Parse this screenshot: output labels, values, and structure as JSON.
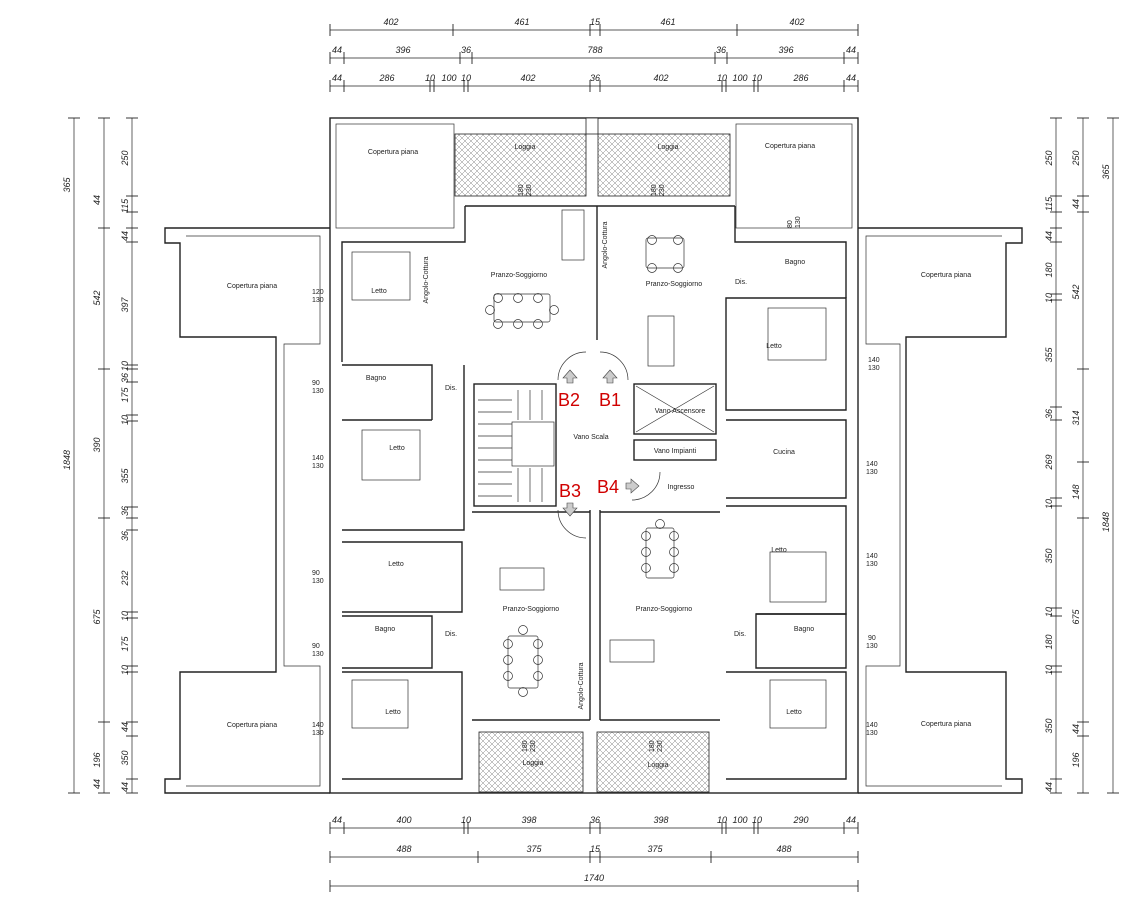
{
  "dims": {
    "top_row1": [
      "402",
      "461",
      "15",
      "461",
      "402"
    ],
    "top_row2": [
      "44",
      "396",
      "36",
      "788",
      "36",
      "396",
      "44"
    ],
    "top_row3": [
      "44",
      "286",
      "10",
      "100",
      "10",
      "402",
      "36",
      "402",
      "10",
      "100",
      "10",
      "286",
      "44"
    ],
    "bottom_row1": [
      "44",
      "400",
      "10",
      "398",
      "36",
      "398",
      "10",
      "100",
      "10",
      "290",
      "44"
    ],
    "bottom_row2": [
      "488",
      "375",
      "15",
      "375",
      "488"
    ],
    "bottom_total": "1740",
    "left_outer": "1848",
    "left_mid": [
      "365",
      "542",
      "390",
      "675",
      "196"
    ],
    "left_inner": [
      "250",
      "44",
      "115",
      "44",
      "397",
      "10",
      "36",
      "175",
      "10",
      "355",
      "36",
      "36",
      "232",
      "10",
      "175",
      "10",
      "44",
      "350",
      "44"
    ],
    "right_inner": [
      "250",
      "44",
      "115",
      "44",
      "180",
      "10",
      "355",
      "36",
      "269",
      "10",
      "350",
      "10",
      "180",
      "10",
      "350",
      "44"
    ],
    "right_mid": [
      "250",
      "44",
      "542",
      "314",
      "148",
      "675",
      "196",
      "44"
    ],
    "right_outer": [
      "365",
      "1848"
    ]
  },
  "rooms": {
    "copertura": "Copertura piana",
    "loggia": "Loggia",
    "letto": "Letto",
    "bagno": "Bagno",
    "dis": "Dis.",
    "pranzo": "Pranzo-Soggiorno",
    "angolo": "Angolo-Cottura",
    "vano_scala": "Vano Scala",
    "vano_ascensore": "Vano Ascensore",
    "vano_impianti": "Vano Impianti",
    "cucina": "Cucina",
    "ingresso": "Ingresso"
  },
  "window_labels": {
    "w180_230": [
      "180",
      "230"
    ],
    "w120_130": [
      "120",
      "130"
    ],
    "w90_130": [
      "90",
      "130"
    ],
    "w140_130": [
      "140",
      "130"
    ],
    "w80_130": [
      "80",
      "130"
    ]
  },
  "units": [
    "B1",
    "B2",
    "B3",
    "B4"
  ],
  "colors": {
    "line": "#222222",
    "unit_label": "#d00000"
  }
}
